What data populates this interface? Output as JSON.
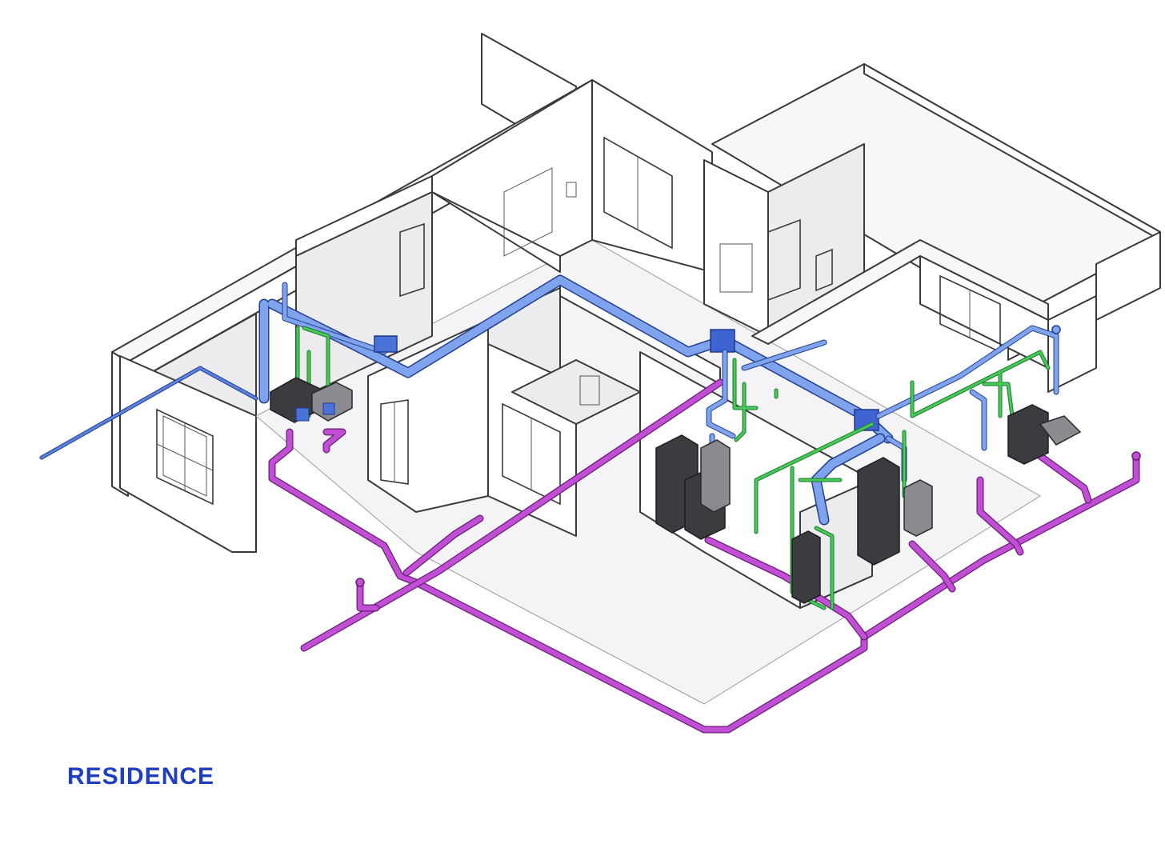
{
  "caption": "RESIDENCE",
  "colors": {
    "caption": "#1f3fbf",
    "drain_pipe": "#b13fc4",
    "supply_duct": "#4a73d9",
    "water_pipe": "#3fbf4f",
    "equipment": "#3b3b40",
    "walls": "#3a3a3a"
  },
  "systems": [
    {
      "id": "drain",
      "color": "#b13fc4"
    },
    {
      "id": "duct",
      "color": "#4a73d9"
    },
    {
      "id": "water",
      "color": "#3fbf4f"
    }
  ]
}
